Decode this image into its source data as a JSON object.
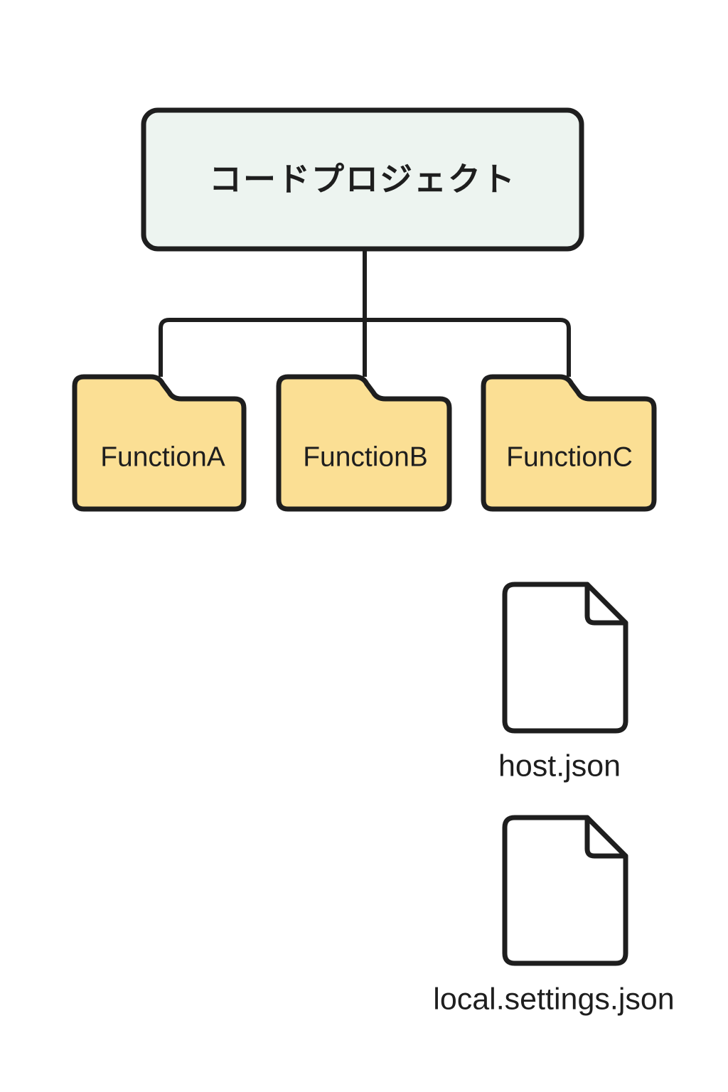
{
  "diagram": {
    "type": "tree-hierarchy",
    "background_color": "#ffffff",
    "stroke_color": "#1e1e1e",
    "root": {
      "label": "コードプロジェクト",
      "shape": "rounded-rectangle",
      "fill_color": "#edf4f0"
    },
    "folders": [
      {
        "label": "FunctionA",
        "shape": "folder",
        "fill_color": "#fbdf94"
      },
      {
        "label": "FunctionB",
        "shape": "folder",
        "fill_color": "#fbdf94"
      },
      {
        "label": "FunctionC",
        "shape": "folder",
        "fill_color": "#fbdf94"
      }
    ],
    "files": [
      {
        "label": "host.json",
        "shape": "document",
        "fill_color": "#ffffff"
      },
      {
        "label": "local.settings.json",
        "shape": "document",
        "fill_color": "#ffffff"
      }
    ]
  }
}
